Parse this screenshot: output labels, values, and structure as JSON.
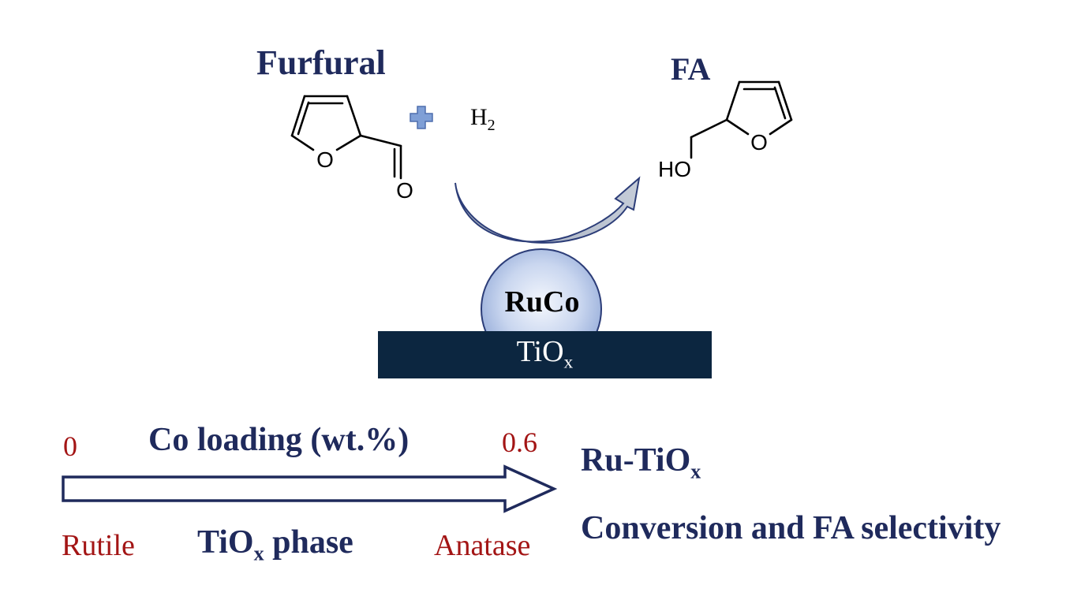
{
  "reaction": {
    "reactant_name": "Furfural",
    "product_name": "FA",
    "plus_icon": "plus-icon",
    "h2_base": "H",
    "h2_sub": "2",
    "furfural_atom_o_ring": "O",
    "furfural_atom_o_carbonyl": "O",
    "fa_atom_o_ring": "O",
    "fa_atom_ho": "HO"
  },
  "catalyst": {
    "particle_label": "RuCo",
    "support_label_base": "TiO",
    "support_label_sub": "x"
  },
  "trend": {
    "axis_start": "0",
    "axis_title": "Co loading (wt.%)",
    "axis_end": "0.6",
    "phase_left": "Rutile",
    "phase_title_base": "TiO",
    "phase_title_sub": "x",
    "phase_title_rest": " phase",
    "phase_right": "Anatase",
    "result_catalyst_base": "Ru-TiO",
    "result_catalyst_sub": "x",
    "result_text": "Conversion and FA selectivity"
  },
  "colors": {
    "navy_text": "#1f2a5c",
    "red_text": "#a31515",
    "support": "#0c2640",
    "plus_fill": "#7f9fd6",
    "arrow_outline": "#1f2a5c"
  }
}
